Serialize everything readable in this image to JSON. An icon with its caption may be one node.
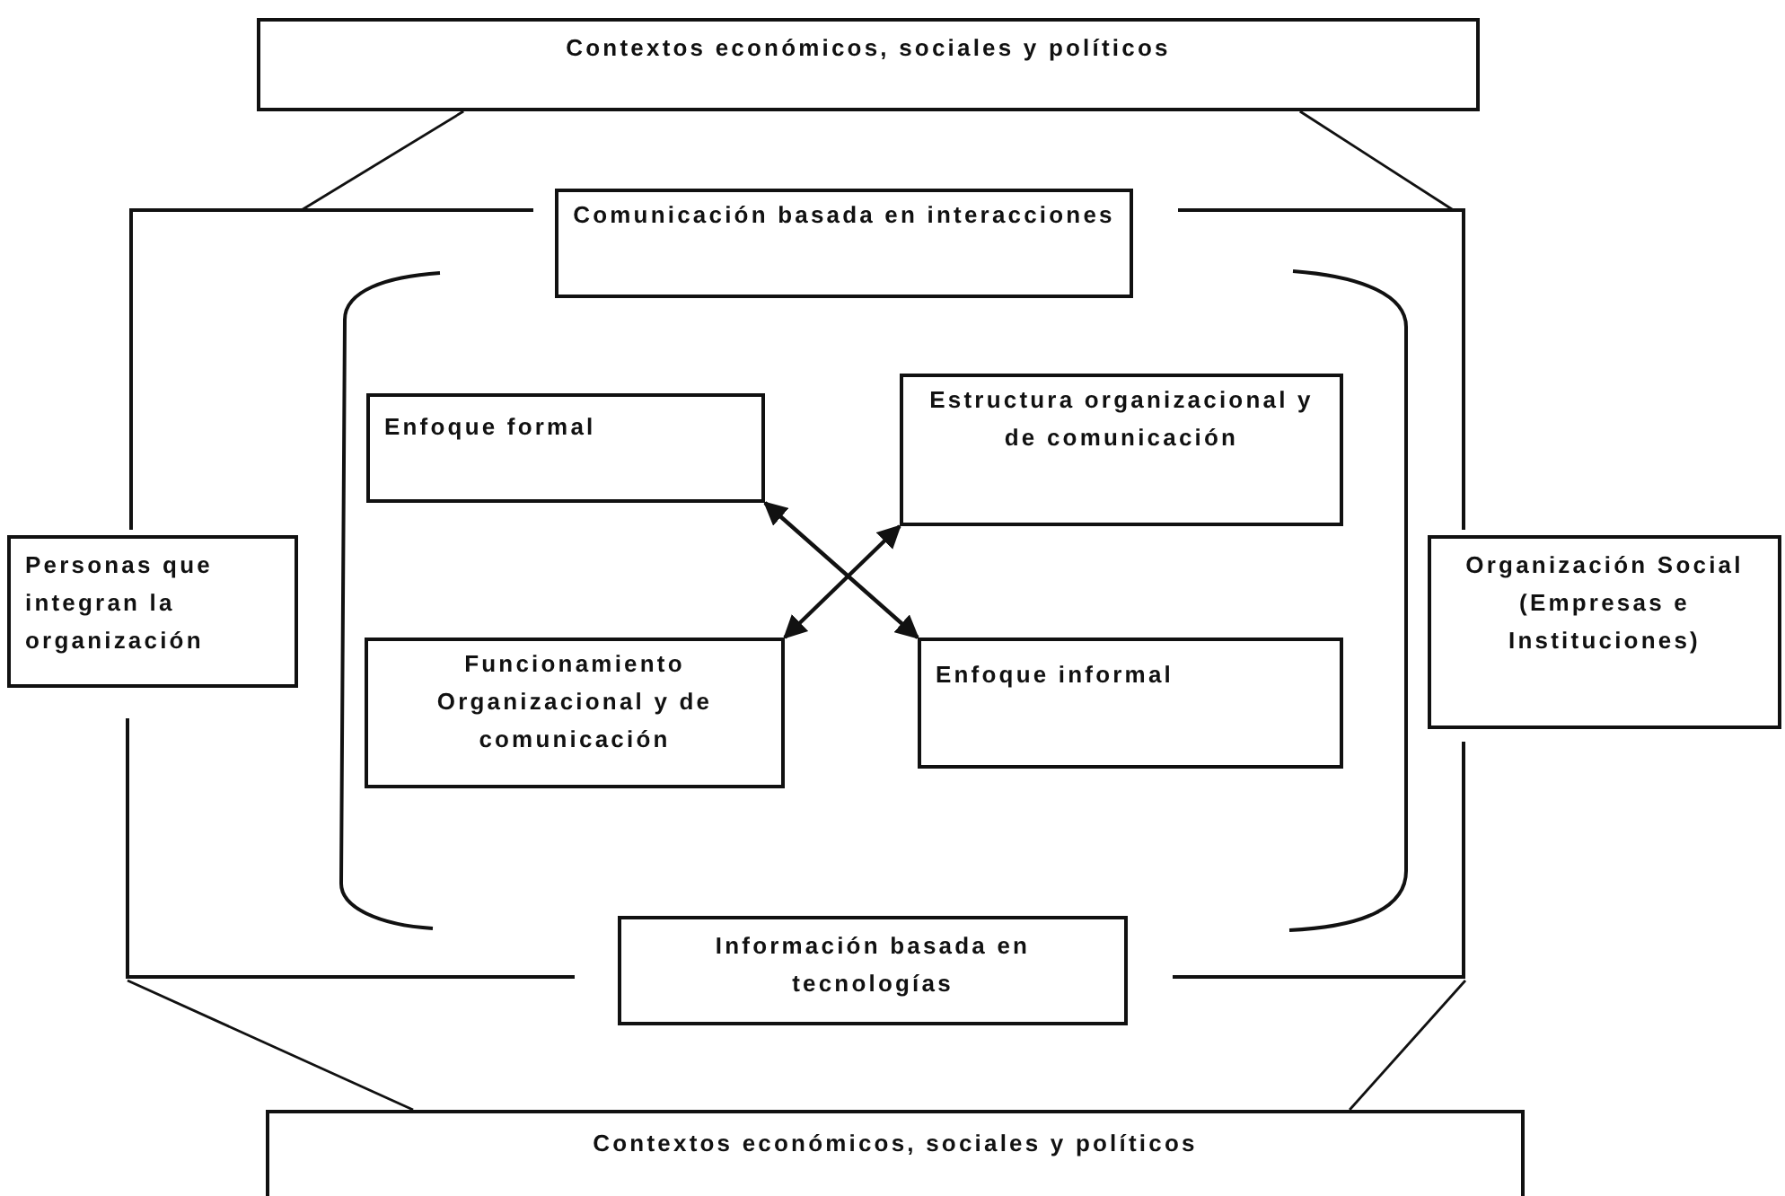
{
  "diagram": {
    "nodes": [
      {
        "text": [
          "Contextos económicos, sociales y políticos"
        ]
      },
      {
        "text": [],
        "shape": "box"
      },
      {
        "text": [
          "Comunicación basada en interacciones"
        ]
      },
      {
        "text": [
          "Enfoque formal"
        ],
        "in": 1
      },
      {
        "text": [
          "Estructura organizacional y de comunicación"
        ],
        "in": 1
      },
      {
        "text": [
          "Personas que integran la organización"
        ]
      },
      {
        "text": [
          "Organización Social (Empresas e Instituciones)"
        ]
      },
      {
        "text": [
          "Funcionamiento Organizacional y de comunicación"
        ],
        "in": 1
      },
      {
        "text": [
          "Enfoque informal"
        ],
        "in": 1
      },
      {
        "text": [
          "Información basada en tecnologías"
        ]
      },
      {
        "text": [
          "Contextos económicos, sociales y políticos"
        ]
      }
    ],
    "edges": [
      {
        "from": 0,
        "to": 1,
        "arrow": "none"
      },
      {
        "from": 0,
        "to": 1,
        "arrow": "none"
      },
      {
        "from": 10,
        "to": 1,
        "arrow": "none"
      },
      {
        "from": 10,
        "to": 1,
        "arrow": "none"
      },
      {
        "from": 3,
        "to": 8,
        "arrow": "both"
      },
      {
        "from": 4,
        "to": 7,
        "arrow": "both"
      }
    ]
  }
}
